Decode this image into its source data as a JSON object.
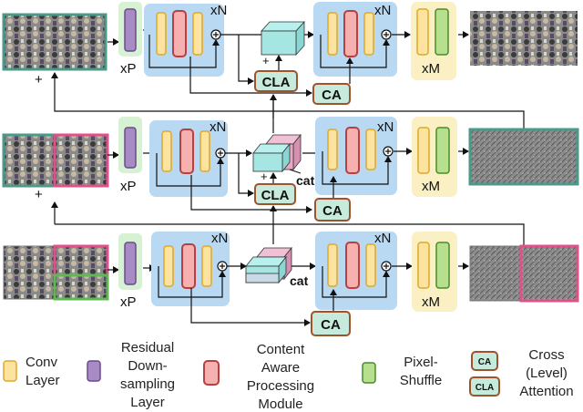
{
  "labels": {
    "xN": "xN",
    "xP": "xP",
    "xM": "xM",
    "cat": "cat",
    "plus": "+",
    "cla": "CLA",
    "ca": "CA"
  },
  "legend": {
    "conv": [
      "Conv",
      "Layer"
    ],
    "rds": [
      "Residual",
      "Down-",
      "sampling",
      "Layer"
    ],
    "capm": [
      "Content",
      "Aware",
      "Processing",
      "Module"
    ],
    "ps": [
      "Pixel-",
      "Shuffle"
    ],
    "ca_icon": "CA",
    "cla_icon": "CLA",
    "cross": [
      "Cross",
      "(Level)",
      "Attention"
    ]
  },
  "colors": {
    "blue_bg": "#b9d8f2",
    "green_bg": "#d7f2d3",
    "yellow_bg": "#fbf0c4",
    "conv_fill": "#fde3a0",
    "conv_stroke": "#e0a828",
    "capm_fill": "#f6b0b0",
    "capm_stroke": "#b84040",
    "rds_fill": "#a88bc4",
    "rds_stroke": "#6a4a8a",
    "ps_fill": "#b6e08e",
    "ps_stroke": "#4a8a2a",
    "attn_fill": "#c6eadb",
    "attn_stroke": "#a0522d",
    "frame_teal": "#4a9a8a",
    "frame_pink": "#e0508a",
    "frame_green": "#60b850"
  }
}
